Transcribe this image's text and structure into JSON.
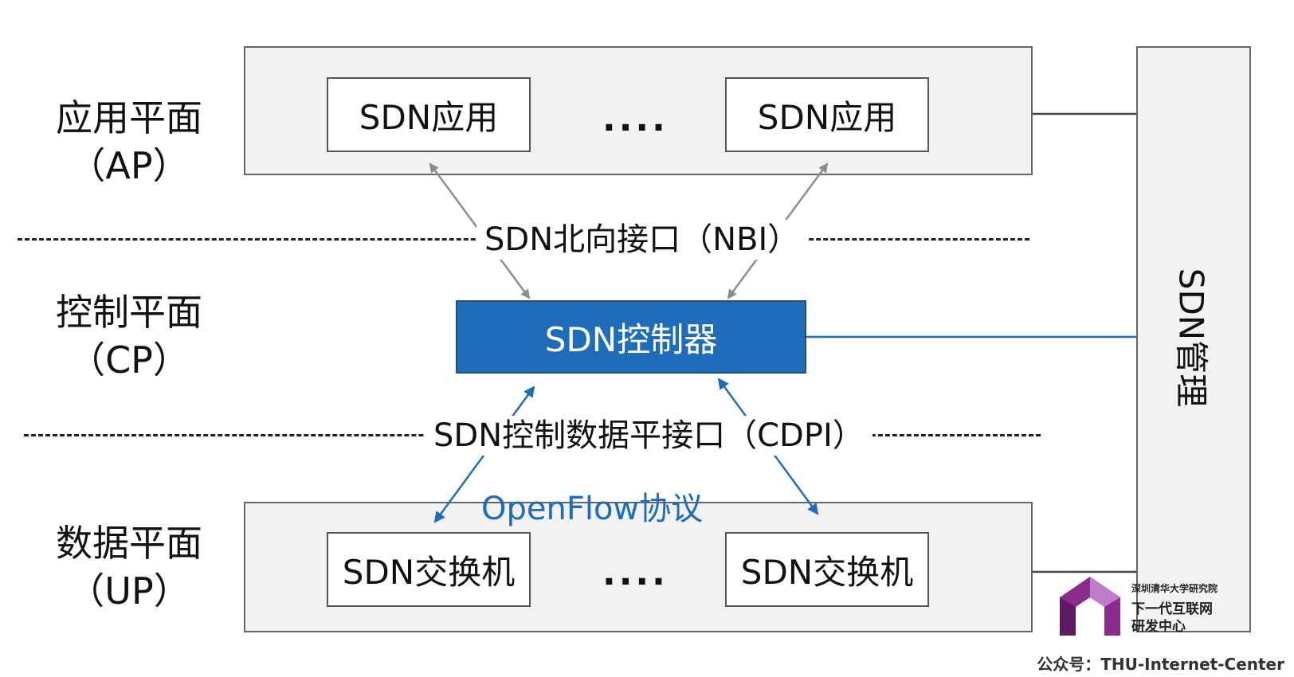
{
  "planes": {
    "ap": {
      "name": "应用平面",
      "abbr": "（AP）"
    },
    "cp": {
      "name": "控制平面",
      "abbr": "（CP）"
    },
    "up": {
      "name": "数据平面",
      "abbr": "（UP）"
    }
  },
  "app_plane": {
    "app_left": "SDN应用",
    "ellipsis": "....",
    "app_right": "SDN应用"
  },
  "interfaces": {
    "nbi": "SDN北向接口（NBI）",
    "cdpi": "SDN控制数据平接口（CDPI）"
  },
  "controller": {
    "label": "SDN控制器"
  },
  "protocol": {
    "label": "OpenFlow协议"
  },
  "data_plane": {
    "switch_left": "SDN交换机",
    "ellipsis": "....",
    "switch_right": "SDN交换机"
  },
  "management": {
    "label": "SDN管理"
  },
  "logo": {
    "line1": "深圳清华大学研究院",
    "line2": "下一代互联网",
    "line3": "研发中心"
  },
  "footer": {
    "text": "公众号：THU-Internet-Center"
  },
  "colors": {
    "controller_fill": "#1f6db8",
    "protocol_arrow": "#1f6db8",
    "nbi_arrow": "#8c8c8c",
    "logo_purple": "#8b2c8c"
  }
}
